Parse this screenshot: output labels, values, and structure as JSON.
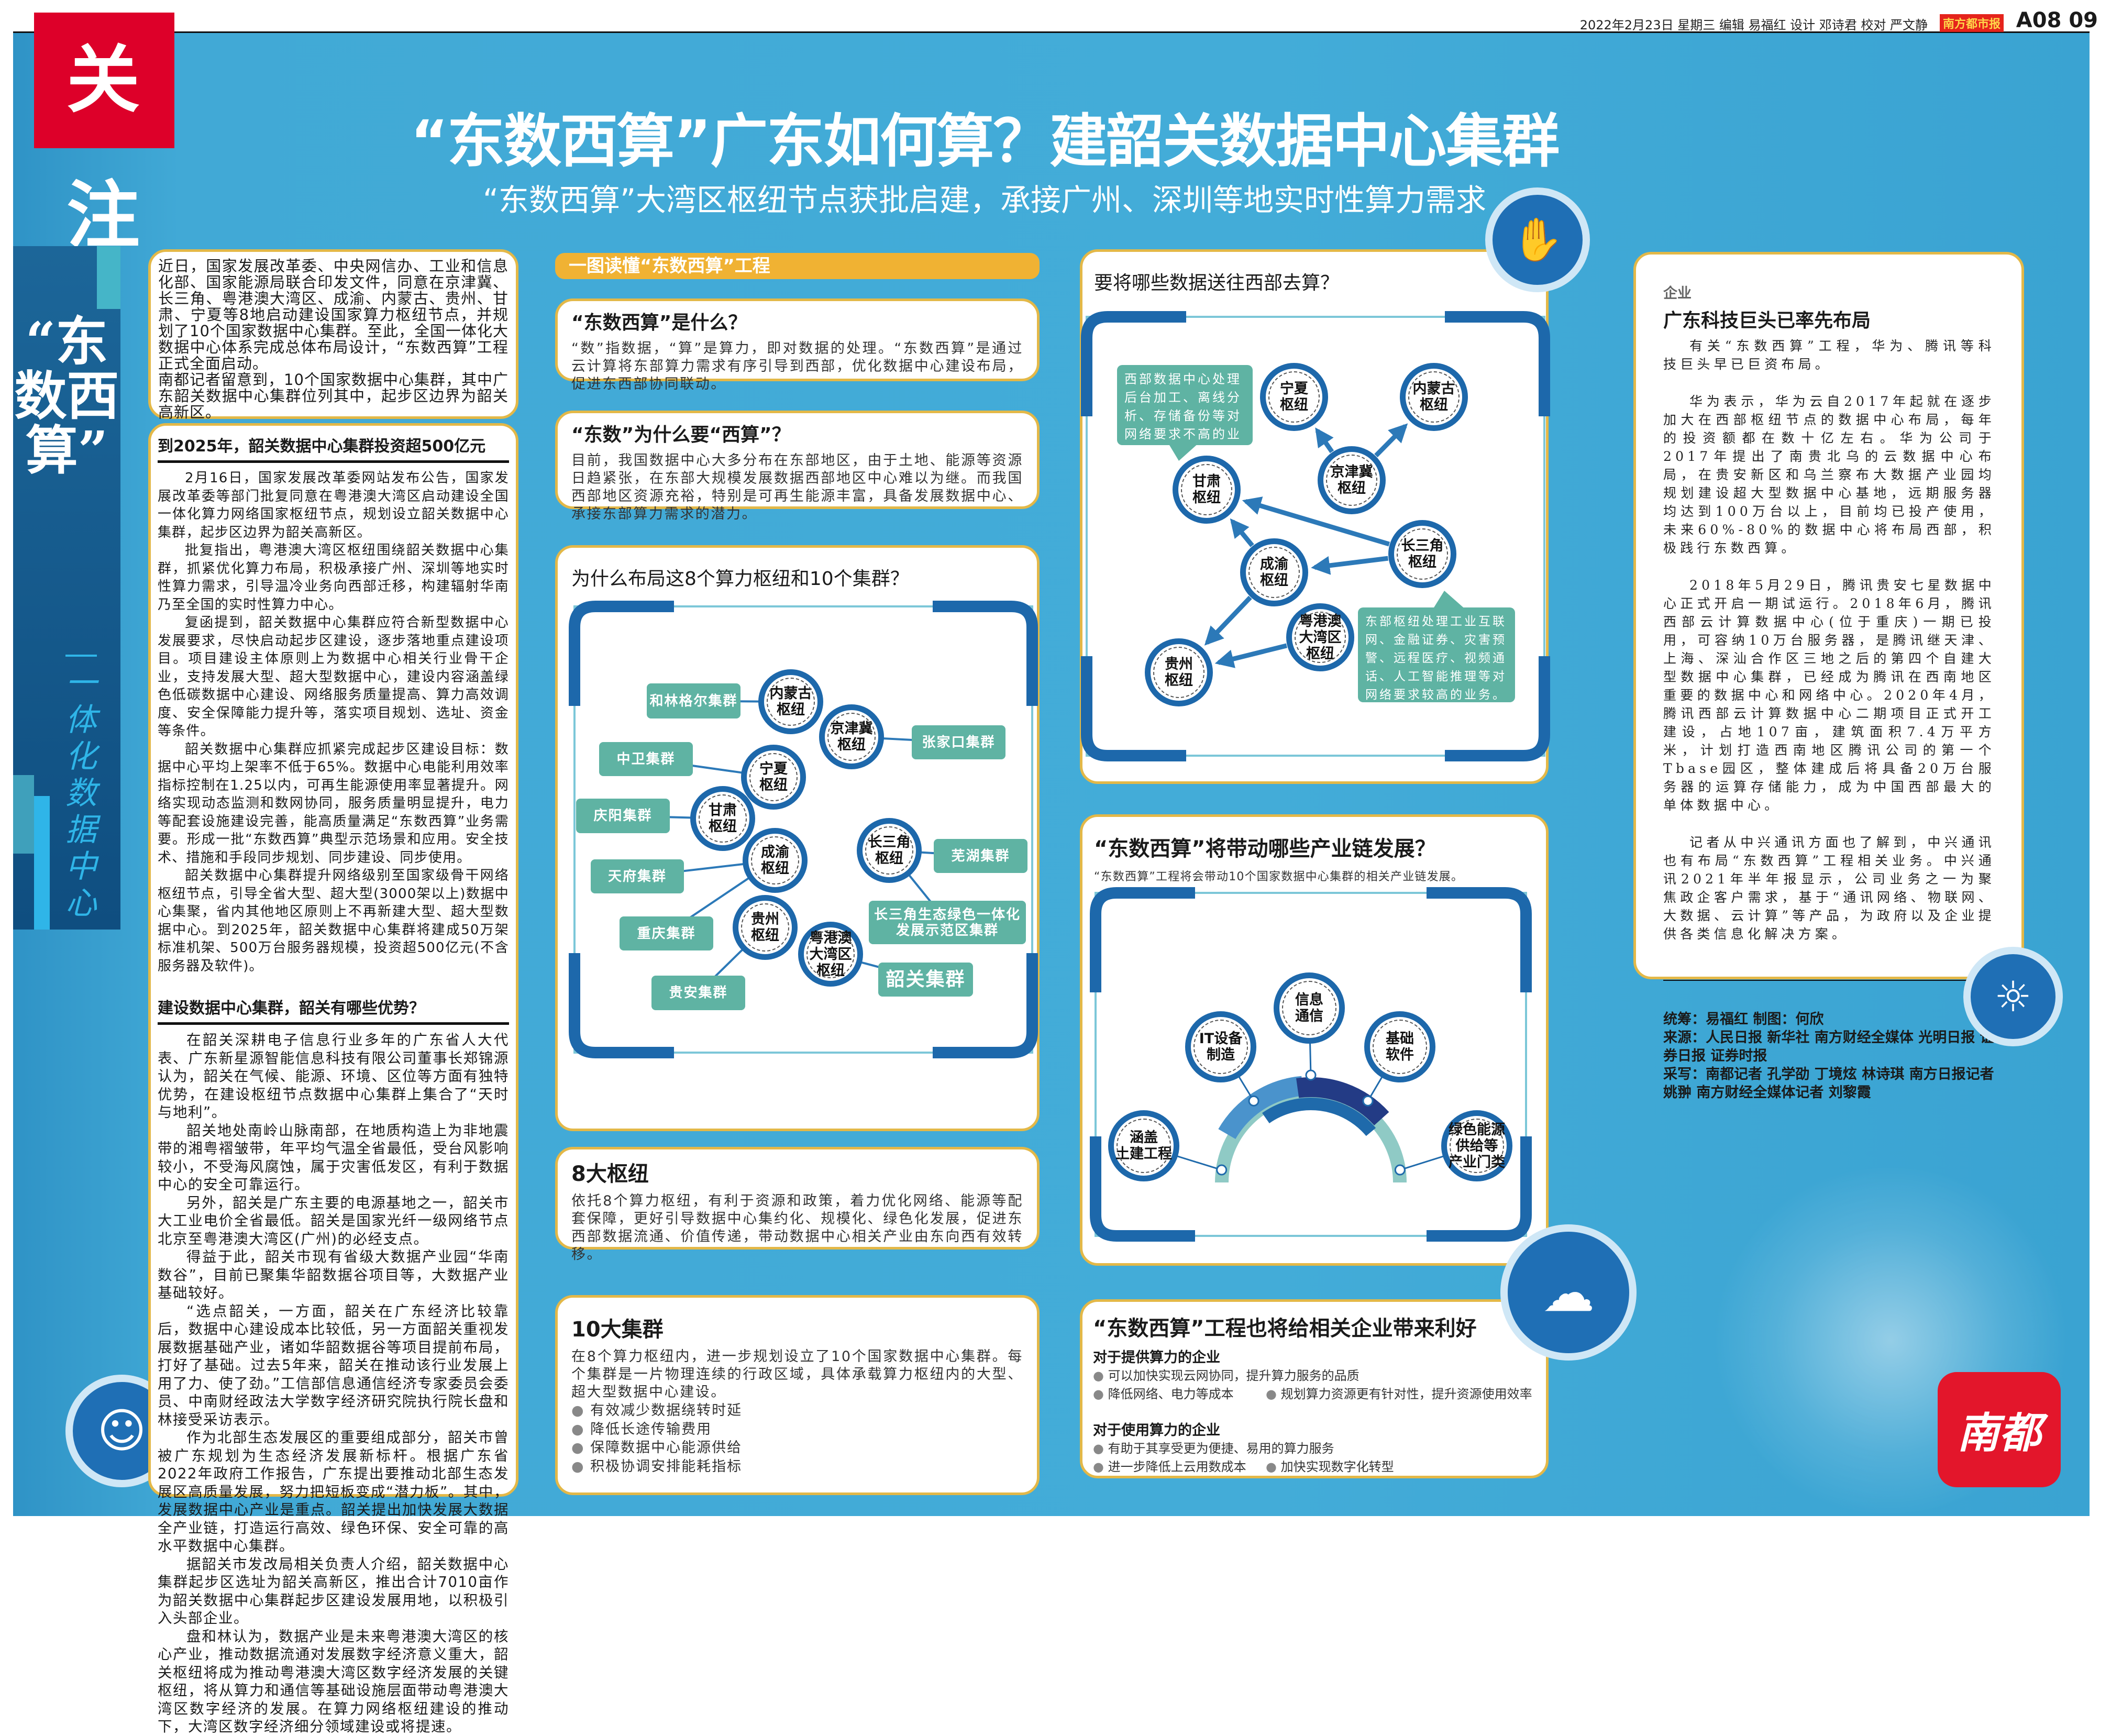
{
  "header": {
    "section_tag": "关注",
    "dateline": "2022年2月23日 星期三 编辑 易福红 设计 邓诗君 校对 严文静",
    "paper_logo": "南方都市报",
    "page_no": "A08 09"
  },
  "title": "“东数西算”广东如何算？建韶关数据中心集群",
  "subtitle": "“东数西算”大湾区枢纽节点获批启建，承接广州、深圳等地实时性算力需求",
  "side_banner": {
    "main": "“东数西算”",
    "sub": "一体化数据中心"
  },
  "lead": {
    "paragraphs": [
      "近日，国家发展改革委、中央网信办、工业和信息化部、国家能源局联合印发文件，同意在京津冀、长三角、粤港澳大湾区、成渝、内蒙古、贵州、甘肃、宁夏等8地启动建设国家算力枢纽节点，并规划了10个国家数据中心集群。至此，全国一体化大数据中心体系完成总体布局设计，“东数西算”工程正式全面启动。",
      "南都记者留意到，10个国家数据中心集群，其中广东韶关数据中心集群位列其中，起步区边界为韶关高新区。"
    ]
  },
  "article": {
    "sections": [
      {
        "heading": "到2025年，韶关数据中心集群投资超500亿元",
        "paragraphs": [
          "2月16日，国家发展改革委网站发布公告，国家发展改革委等部门批复同意在粤港澳大湾区启动建设全国一体化算力网络国家枢纽节点，规划设立韶关数据中心集群，起步区边界为韶关高新区。",
          "批复指出，粤港澳大湾区枢纽围绕韶关数据中心集群，抓紧优化算力布局，积极承接广州、深圳等地实时性算力需求，引导温冷业务向西部迁移，构建辐射华南乃至全国的实时性算力中心。",
          "复函提到，韶关数据中心集群应符合新型数据中心发展要求，尽快启动起步区建设，逐步落地重点建设项目。项目建设主体原则上为数据中心相关行业骨干企业，支持发展大型、超大型数据中心，建设内容涵盖绿色低碳数据中心建设、网络服务质量提高、算力高效调度、安全保障能力提升等，落实项目规划、选址、资金等条件。",
          "韶关数据中心集群应抓紧完成起步区建设目标：数据中心平均上架率不低于65%。数据中心电能利用效率指标控制在1.25以内，可再生能源使用率显著提升。网络实现动态监测和数网协同，服务质量明显提升，电力等配套设施建设完善，能高质量满足“东数西算”业务需要。形成一批“东数西算”典型示范场景和应用。安全技术、措施和手段同步规划、同步建设、同步使用。",
          "韶关数据中心集群提升网络级别至国家级骨干网络枢纽节点，引导全省大型、超大型(3000架以上)数据中心集聚，省内其他地区原则上不再新建大型、超大型数据中心。到2025年，韶关数据中心集群将建成50万架标准机架、500万台服务器规模，投资超500亿元(不含服务器及软件)。"
        ]
      },
      {
        "heading": "建设数据中心集群，韶关有哪些优势？",
        "paragraphs": [
          "在韶关深耕电子信息行业多年的广东省人大代表、广东新星源智能信息科技有限公司董事长郑锦源认为，韶关在气候、能源、环境、区位等方面有独特优势，在建设枢纽节点数据中心集群上集合了“天时与地利”。",
          "韶关地处南岭山脉南部，在地质构造上为非地震带的湘粤褶皱带，年平均气温全省最低，受台风影响较小，不受海风腐蚀，属于灾害低发区，有利于数据中心的安全可靠运行。",
          "另外，韶关是广东主要的电源基地之一，韶关市大工业电价全省最低。韶关是国家光纤一级网络节点北京至粤港澳大湾区(广州)的必经支点。",
          "得益于此，韶关市现有省级大数据产业园“华南数谷”，目前已聚集华韶数据谷项目等，大数据产业基础较好。",
          "“选点韶关，一方面，韶关在广东经济比较靠后，数据中心建设成本比较低，另一方面韶关重视发展数据基础产业，诸如华韶数据谷等项目提前布局，打好了基础。过去5年来，韶关在推动该行业发展上用了力、使了劲。”工信部信息通信经济专家委员会委员、中南财经政法大学数字经济研究院执行院长盘和林接受采访表示。",
          "作为北部生态发展区的重要组成部分，韶关市曾被广东规划为生态经济发展新标杆。根据广东省2022年政府工作报告，广东提出要推动北部生态发展区高质量发展，努力把短板变成“潜力板”。其中，发展数据中心产业是重点。韶关提出加快发展大数据全产业链，打造运行高效、绿色环保、安全可靠的高水平数据中心集群。",
          "据韶关市发改局相关负责人介绍，韶关数据中心集群起步区选址为韶关高新区，推出合计7010亩作为韶关数据中心集群起步区建设发展用地，以积极引入头部企业。",
          "盘和林认为，数据产业是未来粤港澳大湾区的核心产业，推动数据流通对发展数字经济意义重大，韶关枢纽将成为推动粤港澳大湾区数字经济发展的关键枢纽，将从算力和通信等基础设施层面带动粤港澳大湾区数字经济的发展。在算力网络枢纽建设的推动下，大湾区数字经济细分领域建设或将提速。"
        ]
      }
    ]
  },
  "explainer": {
    "banner": "一图读懂“东数西算”工程",
    "what": {
      "heading": "“东数西算”是什么？",
      "text": "“数”指数据，“算”是算力，即对数据的处理。“东数西算”是通过云计算将东部算力需求有序引导到西部，优化数据中心建设布局，促进东西部协同联动。"
    },
    "why": {
      "heading": "“东数”为什么要“西算”？",
      "text": "目前，我国数据中心大多分布在东部地区，由于土地、能源等资源日趋紧张，在东部大规模发展数据西部地区中心难以为继。而我国西部地区资源充裕，特别是可再生能源丰富，具备发展数据中心、承接东部算力需求的潜力。"
    },
    "layout_diagram": {
      "title": "为什么布局这8个算力枢纽和10个集群？",
      "hubs": {
        "nmg": "内蒙古\n枢纽",
        "jjj": "京津冀\n枢纽",
        "nx": "宁夏\n枢纽",
        "gs": "甘肃\n枢纽",
        "cy": "成渝\n枢纽",
        "gz": "贵州\n枢纽",
        "gba": "粤港澳\n大湾区\n枢纽",
        "csj": "长三角\n枢纽"
      },
      "clusters": [
        {
          "id": "hlge",
          "label": "和林格尔集群",
          "hub": "nmg"
        },
        {
          "id": "zjk",
          "label": "张家口集群",
          "hub": "jjj"
        },
        {
          "id": "zw",
          "label": "中卫集群",
          "hub": "nx"
        },
        {
          "id": "qy",
          "label": "庆阳集群",
          "hub": "gs"
        },
        {
          "id": "tf",
          "label": "天府集群",
          "hub": "cy"
        },
        {
          "id": "cq",
          "label": "重庆集群",
          "hub": "cy"
        },
        {
          "id": "ga",
          "label": "贵安集群",
          "hub": "gz"
        },
        {
          "id": "wh",
          "label": "芜湖集群",
          "hub": "csj"
        },
        {
          "id": "csjst",
          "label": "长三角生态绿色一体化\n发展示范区集群",
          "hub": "csj"
        },
        {
          "id": "sg",
          "label": "韶关集群",
          "hub": "gba"
        }
      ]
    },
    "hubs8": {
      "heading": "8大枢纽",
      "text": "依托8个算力枢纽，有利于资源和政策，着力优化网络、能源等配套保障，更好引导数据中心集约化、规模化、绿色化发展，促进东西部数据流通、价值传递，带动数据中心相关产业由东向西有效转移。"
    },
    "clusters10": {
      "heading": "10大集群",
      "text": "在8个算力枢纽内，进一步规划设立了10个国家数据中心集群。每个集群是一片物理连续的行政区域，具体承载算力枢纽内的大型、超大型数据中心建设。",
      "bullets": [
        "有效减少数据绕转时延",
        "降低长途传输费用",
        "保障数据中心能源供给",
        "积极协调安排能耗指标"
      ]
    },
    "flow_diagram": {
      "title": "要将哪些数据送往西部去算？",
      "hubs": {
        "nx": "宁夏\n枢纽",
        "nmg": "内蒙古\n枢纽",
        "jjj": "京津冀\n枢纽",
        "gs": "甘肃\n枢纽",
        "csj": "长三角\n枢纽",
        "cy": "成渝\n枢纽",
        "gba": "粤港澳\n大湾区\n枢纽",
        "gz": "贵州\n枢纽"
      },
      "flows": [
        [
          "jjj",
          "nx"
        ],
        [
          "jjj",
          "nmg"
        ],
        [
          "csj",
          "gs"
        ],
        [
          "csj",
          "cy"
        ],
        [
          "cy",
          "gs"
        ],
        [
          "cy",
          "gz"
        ],
        [
          "gba",
          "gz"
        ]
      ],
      "west_note": "西部数据中心处理后台加工、离线分析、存储备份等对网络要求不高的业务。",
      "east_note": "东部枢纽处理工业互联网、金融证券、灾害预警、远程医疗、视频通话、人工智能推理等对网络要求较高的业务。"
    },
    "industry": {
      "heading": "“东数西算”将带动哪些产业链发展？",
      "text": "“东数西算”工程将会带动10个国家数据中心集群的相关产业链发展。",
      "nodes": {
        "civil": "涵盖\n土建工程",
        "it": "IT设备\n制造",
        "ict": "信息\n通信",
        "soft": "基础\n软件",
        "green": "绿色能源\n供给等\n产业门类"
      }
    },
    "benefits": {
      "heading": "“东数西算”工程也将给相关企业带来利好",
      "groups": [
        {
          "title": "对于提供算力的企业",
          "items": [
            "可以加快实现云网协同，提升算力服务的品质",
            "降低网络、电力等成本",
            "规划算力资源更有针对性，提升资源使用效率"
          ]
        },
        {
          "title": "对于使用算力的企业",
          "items": [
            "有助于其享受更为便捷、易用的算力服务",
            "进一步降低上云用数成本",
            "加快实现数字化转型"
          ]
        }
      ]
    }
  },
  "enterprise": {
    "kicker": "企业",
    "heading": "广东科技巨头已率先布局",
    "intro": "有关“东数西算”工程，华为、腾讯等科技巨头早已巨资布局。",
    "items": [
      "华为表示，华为云自2017年起就在逐步加大在西部枢纽节点的数据中心布局，每年的投资额都在数十亿左右。华为公司于2017年提出了南贵北乌的云数据中心布局，在贵安新区和乌兰察布大数据产业园均规划建设超大型数据中心基地，远期服务器均达到100万台以上，目前均已投产使用，未来60%-80%的数据中心将布局西部，积极践行东数西算。",
      "2018年5月29日，腾讯贵安七星数据中心正式开启一期试运行。2018年6月，腾讯西部云计算数据中心(位于重庆)一期已投用，可容纳10万台服务器，是腾讯继天津、上海、深汕合作区三地之后的第四个自建大型数据中心集群，已经成为腾讯在西南地区重要的数据中心和网络中心。2020年4月，腾讯西部云计算数据中心二期项目正式开工建设，占地107亩，建筑面积7.4万平方米，计划打造西南地区腾讯公司的第一个Tbase园区，整体建成后将具备20万台服务器的运算存储能力，成为中国西部最大的单体数据中心。",
      "记者从中兴通讯方面也了解到，中兴通讯也有布局“东数西算”工程相关业务。中兴通讯2021年半年报显示，公司业务之一为聚焦政企客户需求，基于“通讯网络、物联网、大数据、云计算”等产品，为政府以及企业提供各类信息化解决方案。"
    ],
    "credits": [
      "统筹：易福红  制图：何欣",
      "来源：人民日报  新华社  南方财经全媒体  光明日报  证券日报  证券时报",
      "采写：南都记者  孔学劭  丁境炫  林诗琪  南方日报记者  姚翀  南方财经全媒体记者  刘黎霞"
    ]
  },
  "logo": "南都",
  "colors": {
    "background": "#43acd8",
    "tag_red": "#dd0029",
    "box_border": "#e3b848",
    "hub_blue": "#1d68ab",
    "cluster_teal": "#5fb3a3",
    "banner_orange": "#f0b233"
  }
}
